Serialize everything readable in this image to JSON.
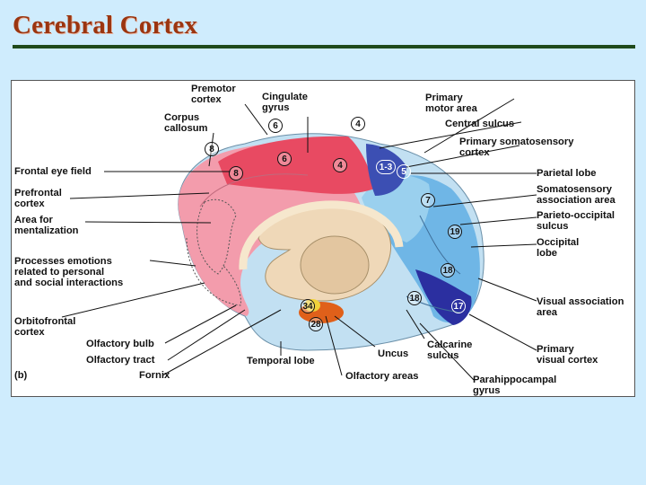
{
  "title": "Cerebral Cortex",
  "panel_letter": "(b)",
  "labels": {
    "premotor_cortex": "Premotor\ncortex",
    "cingulate_gyrus": "Cingulate\ngyrus",
    "primary_motor_area": "Primary\nmotor area",
    "corpus_callosum": "Corpus\ncallosum",
    "central_sulcus": "Central sulcus",
    "primary_somatosensory_cortex": "Primary somatosensory\ncortex",
    "frontal_eye_field": "Frontal eye field",
    "parietal_lobe": "Parietal lobe",
    "prefrontal_cortex": "Prefrontal\ncortex",
    "somatosensory_association_area": "Somatosensory\nassociation area",
    "area_for_mentalization": "Area for\nmentalization",
    "parieto_occipital_sulcus": "Parieto-occipital\nsulcus",
    "occipital_lobe": "Occipital\nlobe",
    "processes_emotions": "Processes emotions\nrelated to personal\nand social interactions",
    "visual_association_area": "Visual association\narea",
    "orbitofrontal_cortex": "Orbitofrontal\ncortex",
    "olfactory_bulb": "Olfactory bulb",
    "primary_visual_cortex": "Primary\nvisual cortex",
    "olfactory_tract": "Olfactory tract",
    "uncus": "Uncus",
    "calcarine_sulcus": "Calcarine\nsulcus",
    "temporal_lobe": "Temporal lobe",
    "fornix": "Fornix",
    "olfactory_areas": "Olfactory areas",
    "parahippocampal_gyrus": "Parahippocampal\ngyrus"
  },
  "area_numbers": {
    "n8_top": "8",
    "n6_top": "6",
    "n4_top": "4",
    "n6_mid": "6",
    "n4_mid": "4",
    "n8_mid": "8",
    "n1_3": "1-3",
    "n5": "5",
    "n7": "7",
    "n19": "19",
    "n18_upper": "18",
    "n18_lower": "18",
    "n17": "17",
    "n34": "34",
    "n28": "28"
  },
  "colors": {
    "title": "#9b3510",
    "title_rule": "#1f4a1b",
    "background": "#cfecfd",
    "frontal_pink": "#f39cac",
    "motor_red": "#e84a62",
    "somatosensory_blue": "#3c4fb3",
    "parietal_light_blue": "#9ad0ee",
    "occipital_blue": "#6fb6e6",
    "visual_dark_blue": "#2b2fa0",
    "temporal_pale_blue": "#c2e0f2",
    "diencephalon_tan": "#efd8b8",
    "olfactory_orange": "#e0601a"
  }
}
